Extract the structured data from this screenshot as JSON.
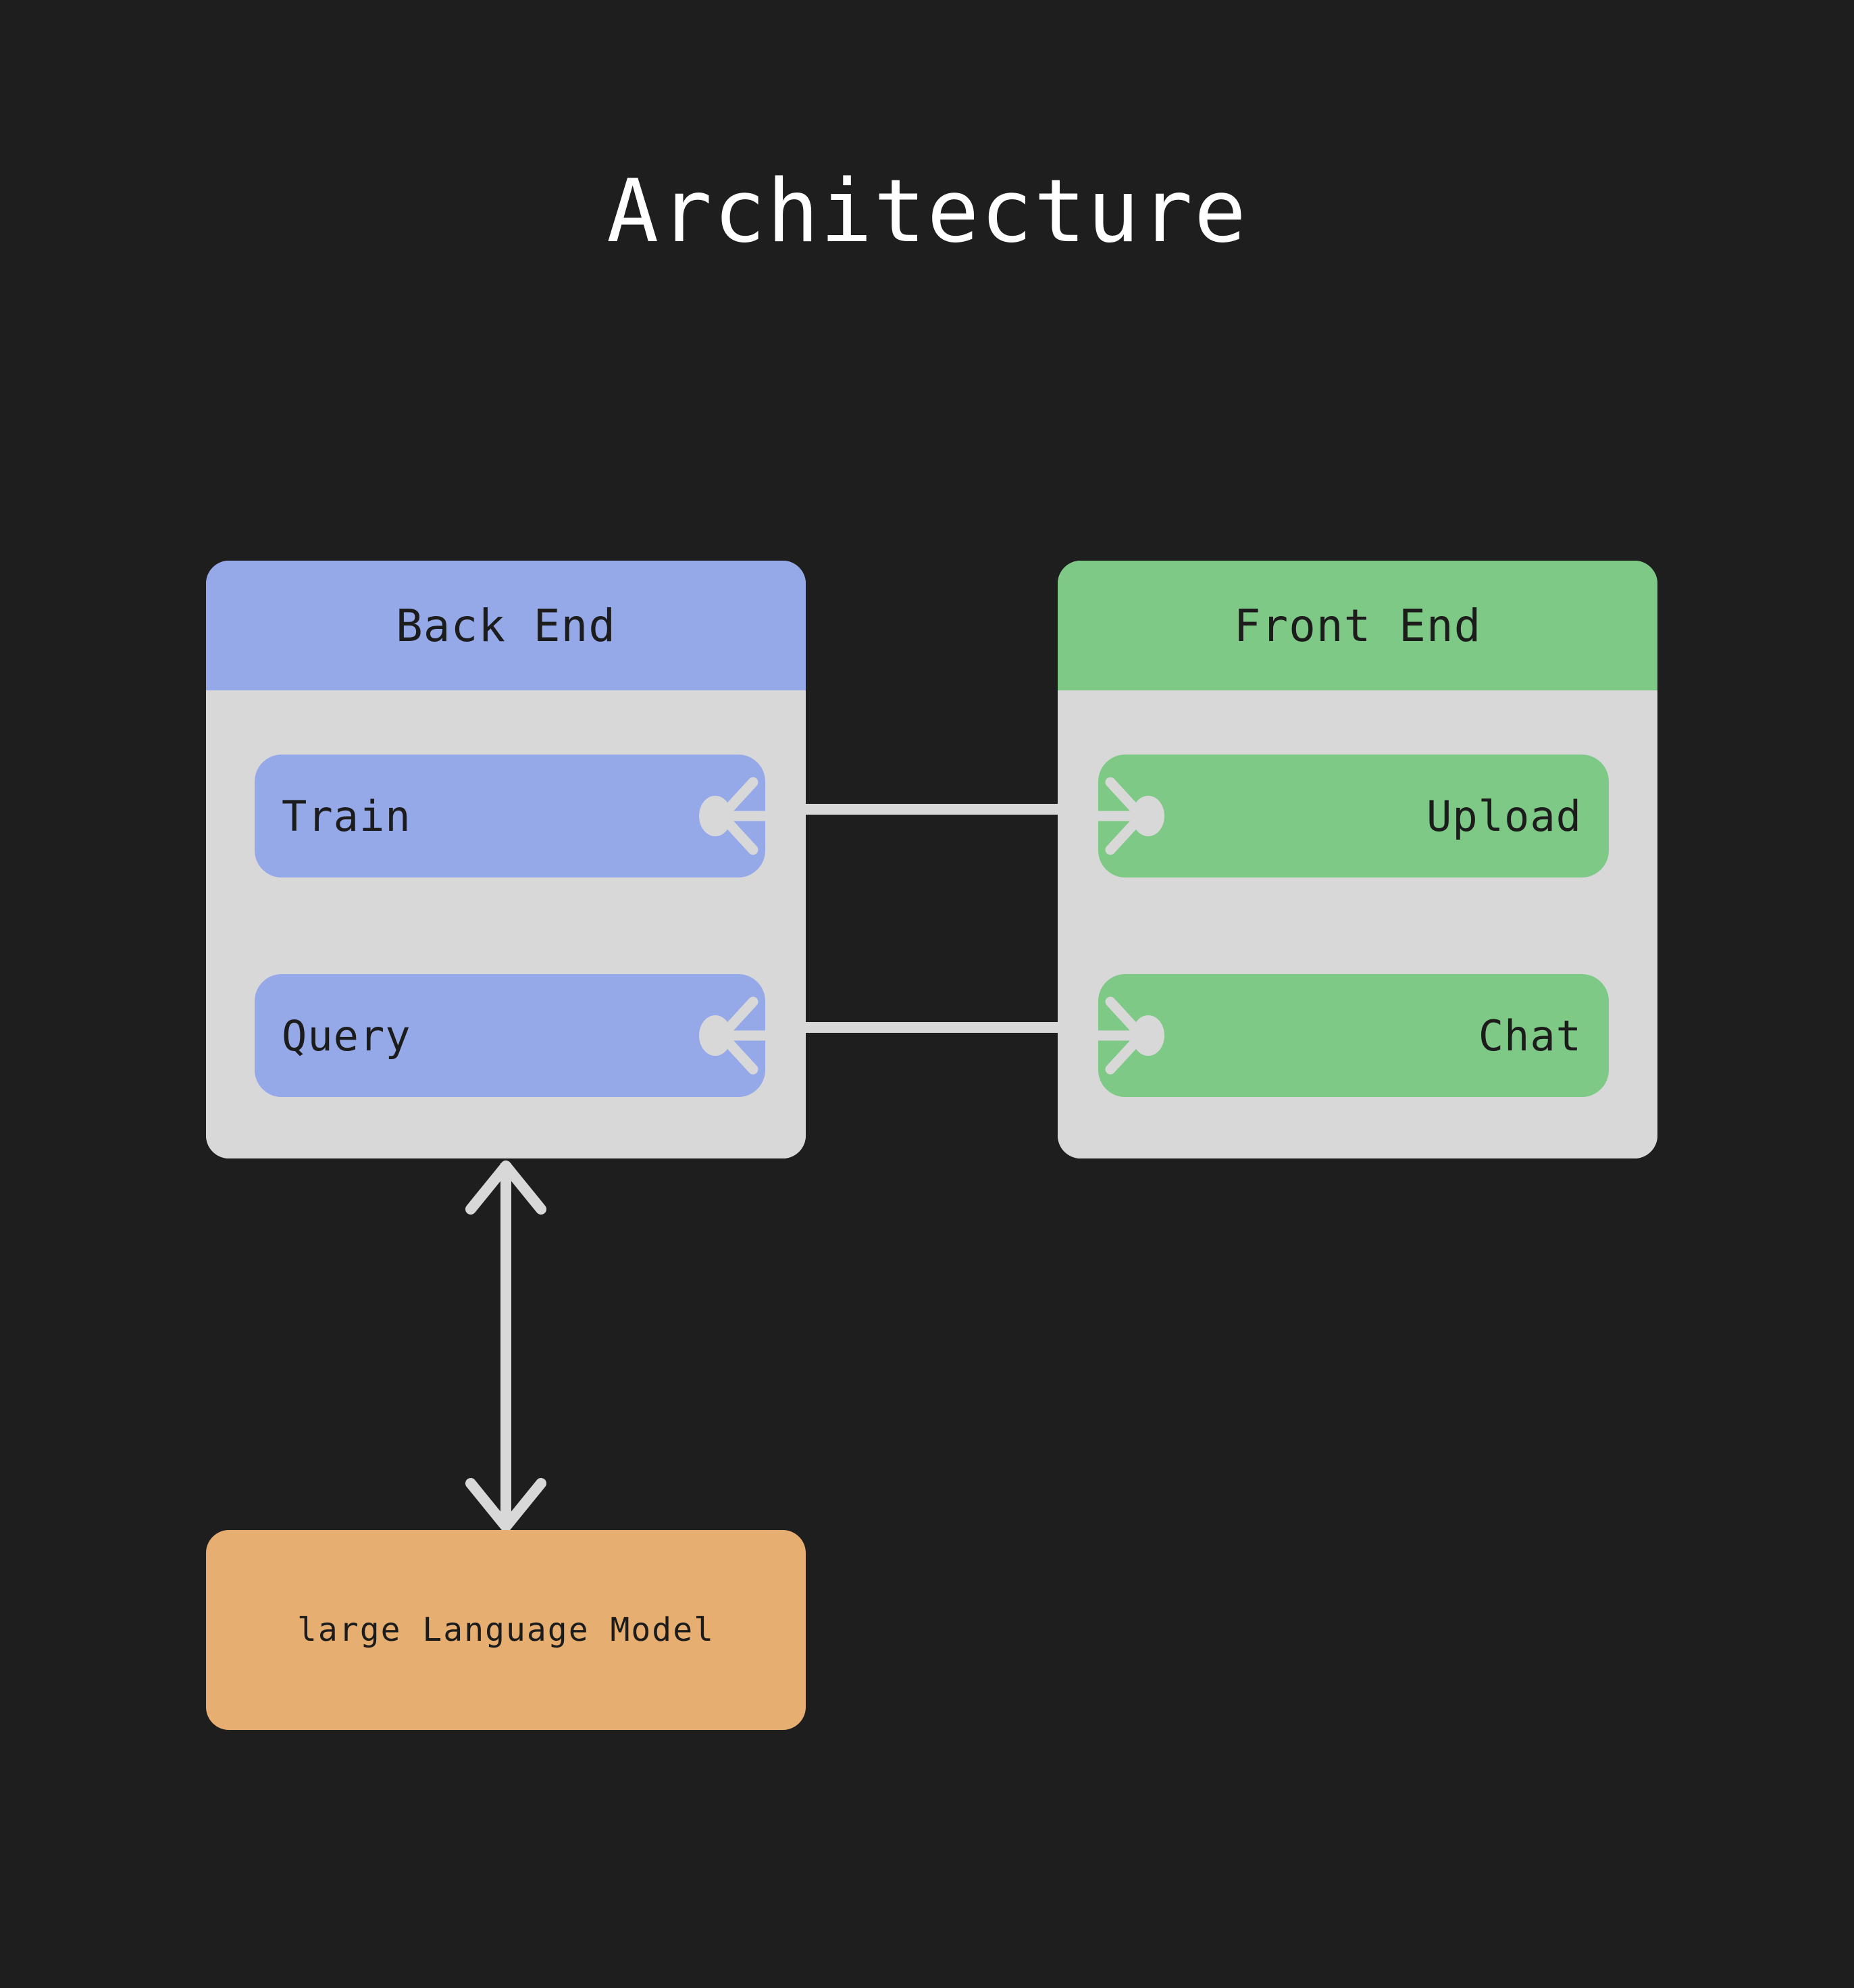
{
  "page": {
    "title": "Architecture",
    "background_color": "#1e1e1e",
    "title_color": "#ffffff"
  },
  "palette": {
    "blue": "#95a9e8",
    "green": "#7fc986",
    "orange": "#e6ae70",
    "group_body": "#d8d8d8",
    "edge": "#d8d8d8",
    "text_dark": "#1c1c1c"
  },
  "groups": [
    {
      "id": "back-end",
      "title": "Back End",
      "accent": "#95a9e8",
      "side": "left",
      "items": [
        {
          "id": "train",
          "label": "Train",
          "connector": "socket-left"
        },
        {
          "id": "query",
          "label": "Query",
          "connector": "socket-left"
        }
      ]
    },
    {
      "id": "front-end",
      "title": "Front End",
      "accent": "#7fc986",
      "side": "right",
      "items": [
        {
          "id": "upload",
          "label": "Upload",
          "connector": "ball-right"
        },
        {
          "id": "chat",
          "label": "Chat",
          "connector": "ball-right"
        }
      ]
    }
  ],
  "nodes": [
    {
      "id": "llm",
      "label": "large Language Model",
      "color": "#e6ae70"
    }
  ],
  "edges": [
    {
      "from": "upload",
      "to": "train",
      "style": "ball-and-socket",
      "direction": "left"
    },
    {
      "from": "chat",
      "to": "query",
      "style": "ball-and-socket",
      "direction": "left"
    },
    {
      "from": "back-end",
      "to": "llm",
      "style": "arrow",
      "direction": "both"
    }
  ]
}
